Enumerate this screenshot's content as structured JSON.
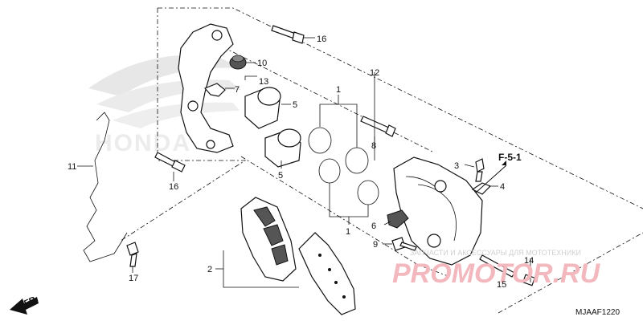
{
  "callouts": {
    "c1a": "1",
    "c1b": "1",
    "c2": "2",
    "c3": "3",
    "c4": "4",
    "c5a": "5",
    "c5b": "5",
    "c6": "6",
    "c7": "7",
    "c8": "8",
    "c9": "9",
    "c10": "10",
    "c11": "11",
    "c12": "12",
    "c13": "13",
    "c14": "14",
    "c15": "15",
    "c16a": "16",
    "c16b": "16",
    "c17": "17"
  },
  "reference": "F-5-1",
  "front_arrow": "FR.",
  "diagram_code": "MJAAF1220",
  "watermark": {
    "tagline": "ЗАПЧАСТИ И АКСЕССУАРЫ ДЛЯ МОТОТЕХНИКИ",
    "site": "PROMOTOR.RU",
    "logo": "HONDA"
  }
}
